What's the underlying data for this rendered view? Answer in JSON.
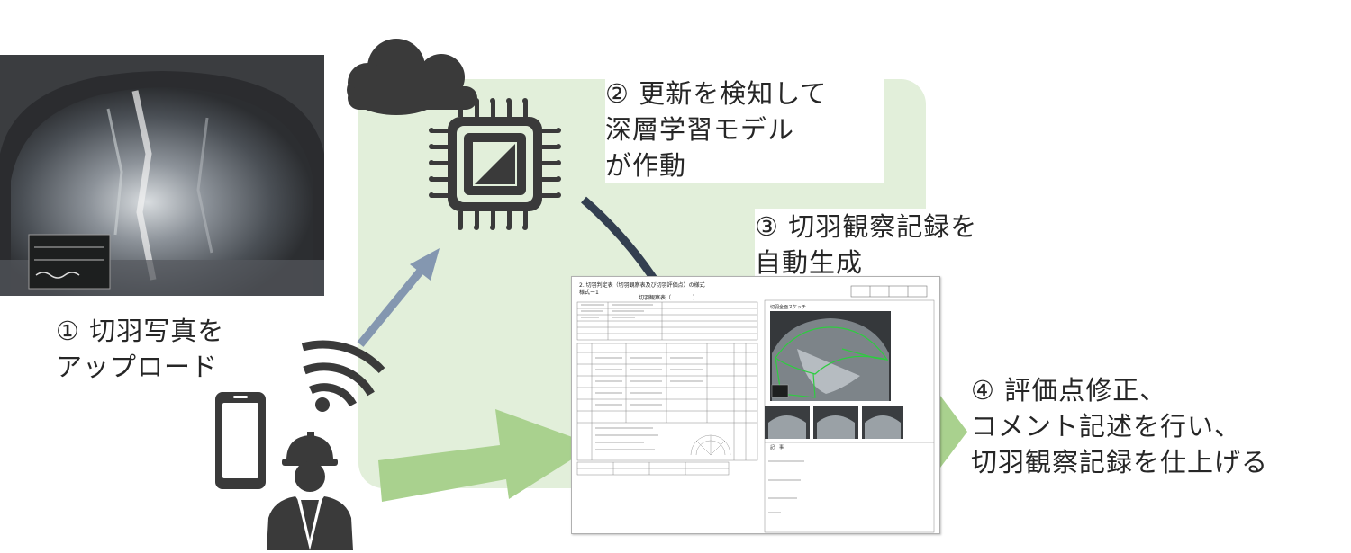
{
  "steps": {
    "step1": "① 切羽写真を\nアップロード",
    "step2": "② 更新を検知して\n深層学習モデル\nが作動",
    "step3": "③ 切羽観察記録を\n自動生成",
    "step4": "④ 評価点修正、\nコメント記述を行い、\n切羽観察記録を仕上げる"
  },
  "document": {
    "title": "2. 切羽判定表（切羽観察表及び切羽評価点）の様式",
    "subtitle": "様式ー1",
    "center_heading": "切羽観察表（　　　　）",
    "sketch_label": "切羽全面スケッチ",
    "remarks_label": "記　事"
  },
  "icons": {
    "cloud": "cloud-icon",
    "chip": "ai-chip-icon",
    "phone": "smartphone-icon",
    "wifi": "wifi-icon",
    "worker": "worker-helmet-icon"
  },
  "colors": {
    "panel": "#e2efda",
    "big_arrow": "#a9d18e",
    "blue_arrow": "#8497b0",
    "dark_arrow": "#333f50",
    "icon_dark": "#3a3a3a"
  }
}
